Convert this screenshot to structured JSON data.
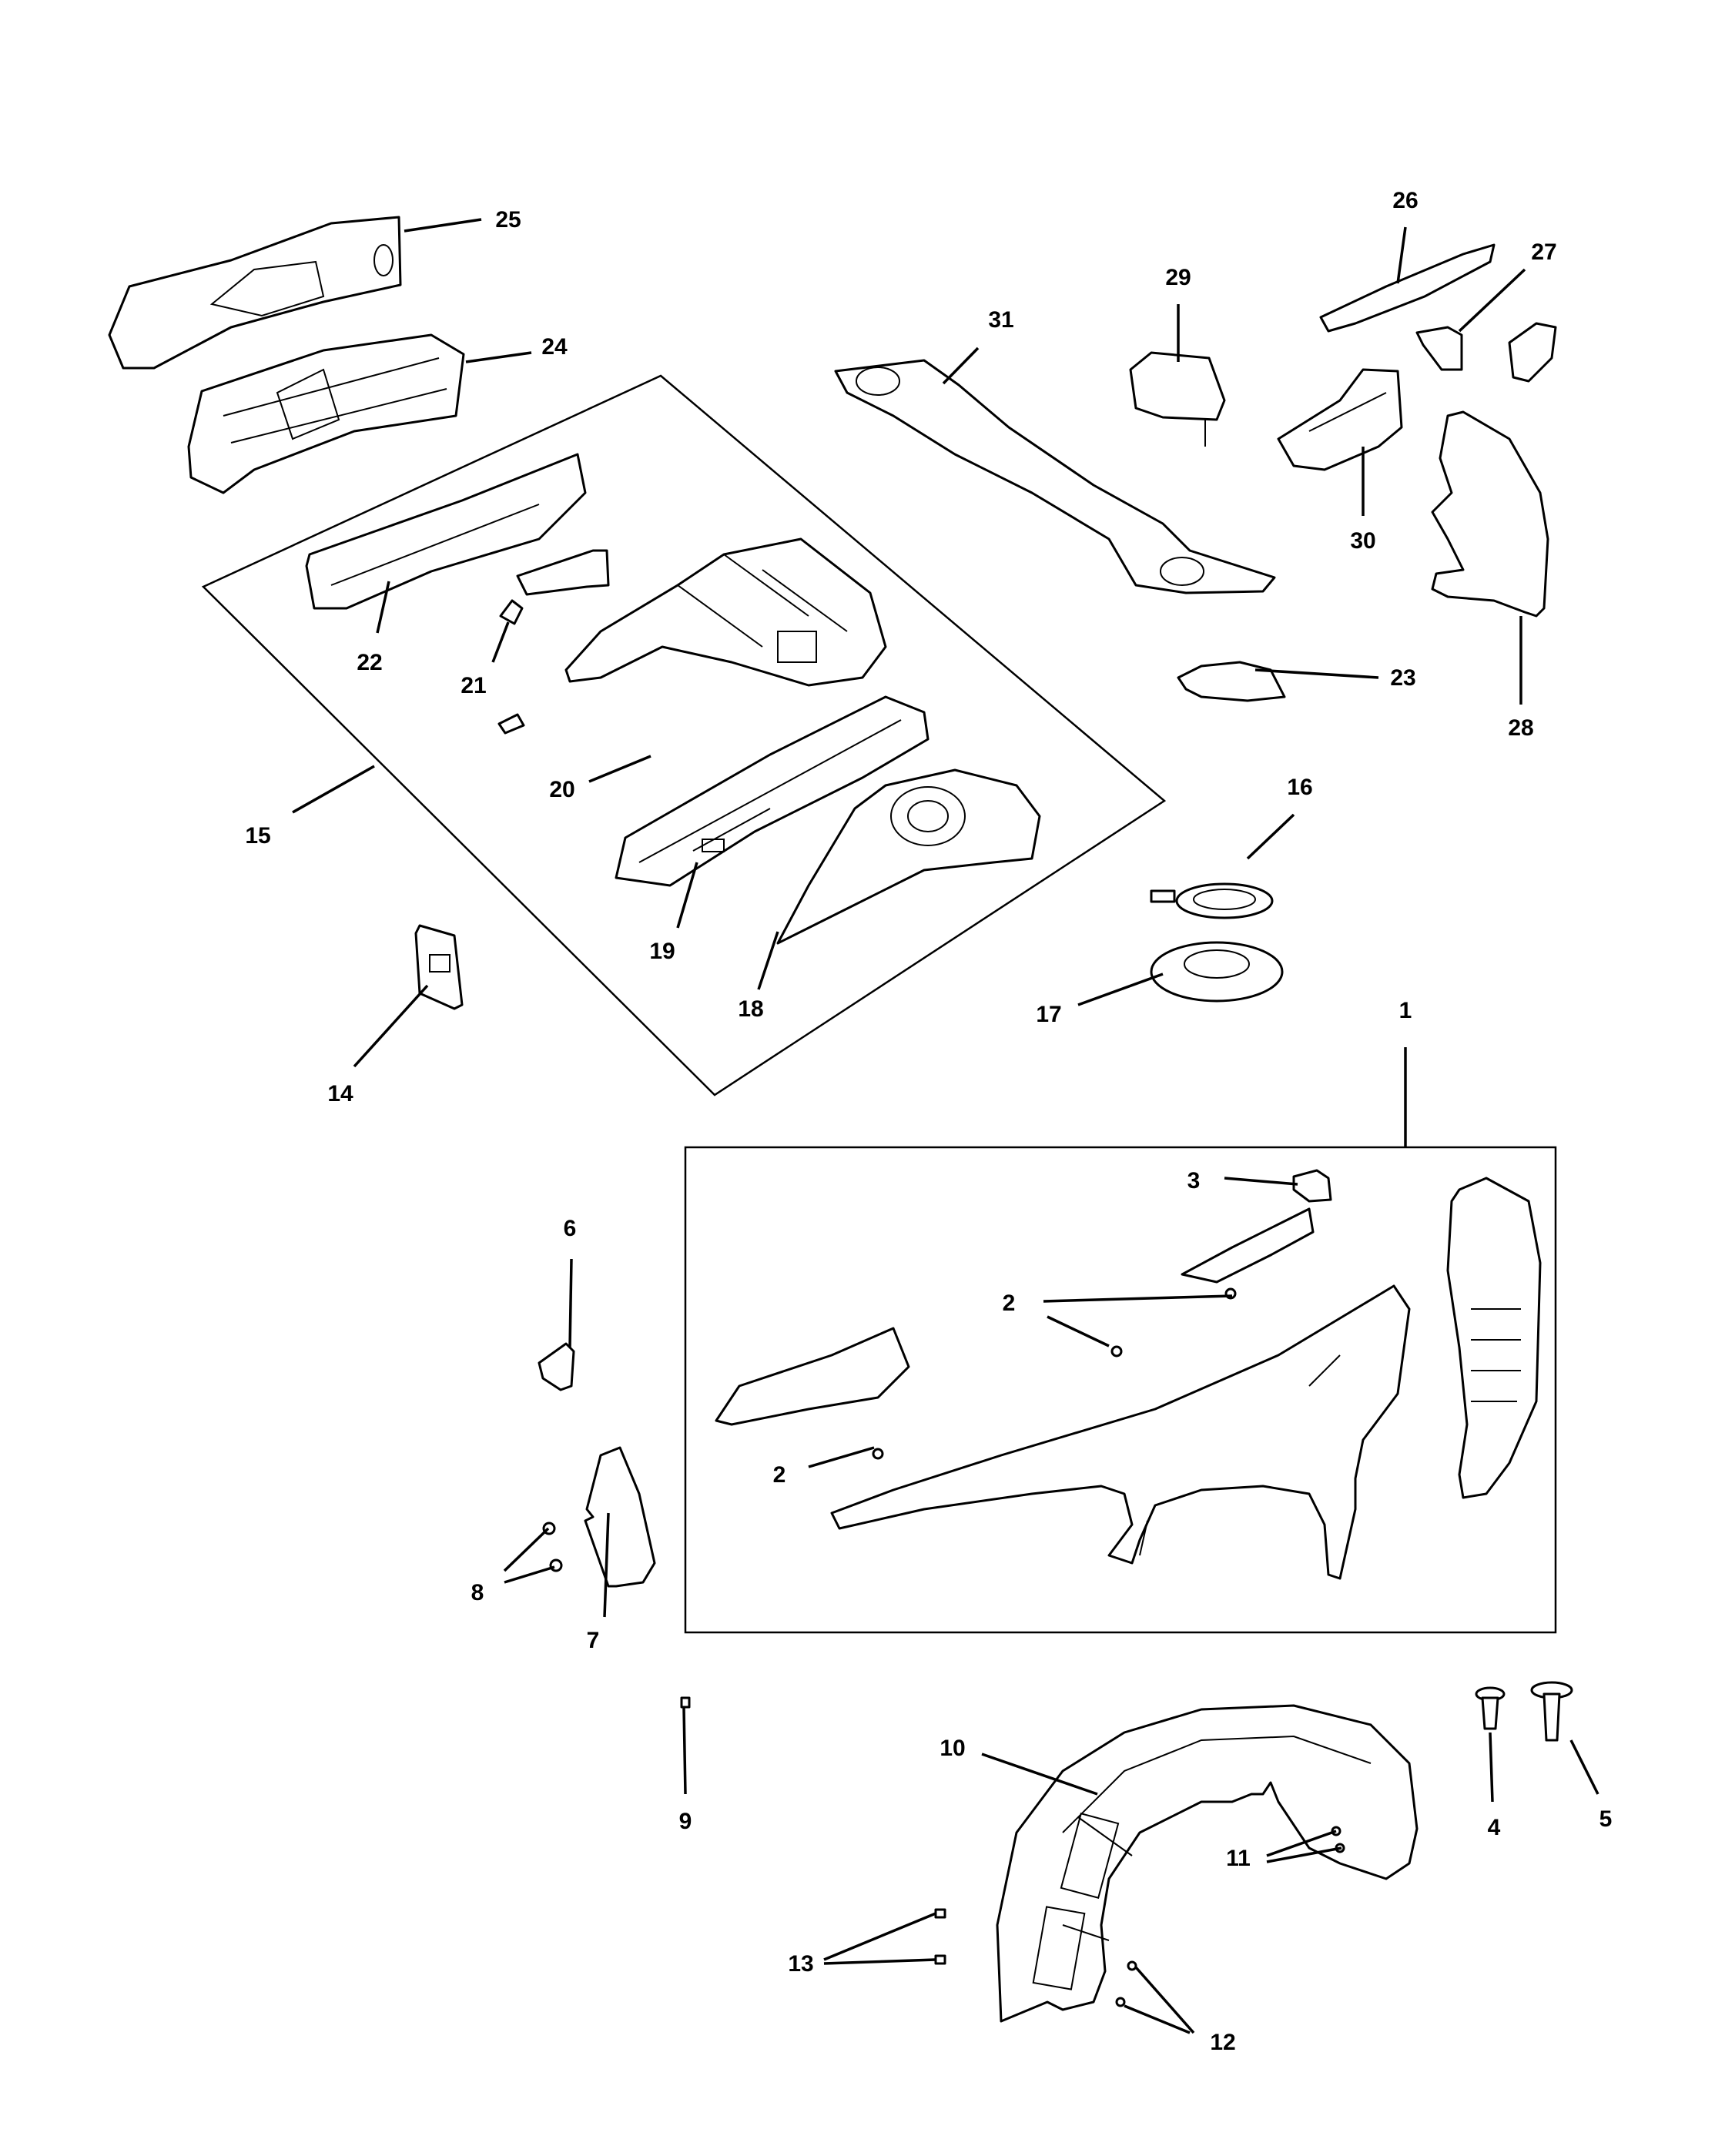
{
  "callouts": {
    "c1": "1",
    "c2a": "2",
    "c2b": "2",
    "c3": "3",
    "c4": "4",
    "c5": "5",
    "c6": "6",
    "c7": "7",
    "c8": "8",
    "c9": "9",
    "c10": "10",
    "c11": "11",
    "c12": "12",
    "c13": "13",
    "c14": "14",
    "c15": "15",
    "c16": "16",
    "c17": "17",
    "c18": "18",
    "c19": "19",
    "c20": "20",
    "c21": "21",
    "c22": "22",
    "c23": "23",
    "c24": "24",
    "c25": "25",
    "c26": "26",
    "c27": "27",
    "c28": "28",
    "c29": "29",
    "c30": "30",
    "c31": "31"
  }
}
